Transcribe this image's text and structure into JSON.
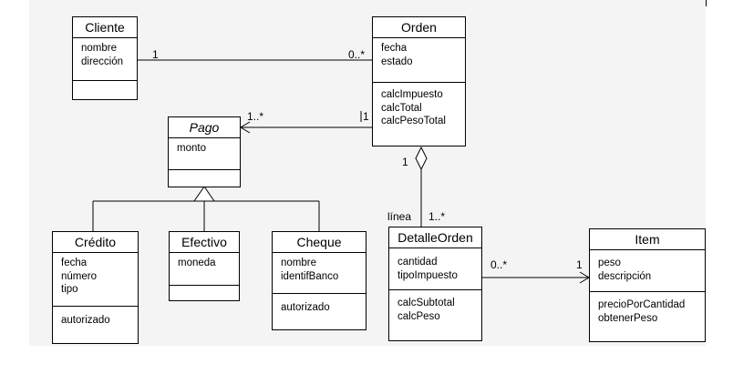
{
  "classes": {
    "cliente": {
      "name": "Cliente",
      "attributes": [
        "nombre",
        "dirección"
      ],
      "operations": []
    },
    "orden": {
      "name": "Orden",
      "attributes": [
        "fecha",
        "estado"
      ],
      "operations": [
        "calcImpuesto",
        "calcTotal",
        "calcPesoTotal"
      ]
    },
    "pago": {
      "name": "Pago",
      "abstract": true,
      "attributes": [
        "monto"
      ],
      "operations": []
    },
    "credito": {
      "name": "Crédito",
      "attributes": [
        "fecha",
        "número",
        "tipo"
      ],
      "operations": [
        "autorizado"
      ]
    },
    "efectivo": {
      "name": "Efectivo",
      "attributes": [
        "moneda"
      ],
      "operations": []
    },
    "cheque": {
      "name": "Cheque",
      "attributes": [
        "nombre",
        "identifBanco"
      ],
      "operations": [
        "autorizado"
      ]
    },
    "detalle": {
      "name": "DetalleOrden",
      "attributes": [
        "cantidad",
        "tipoImpuesto"
      ],
      "operations": [
        "calcSubtotal",
        "calcPeso"
      ]
    },
    "item": {
      "name": "Item",
      "attributes": [
        "peso",
        "descripción"
      ],
      "operations": [
        "precioPorCantidad",
        "obtenerPeso"
      ]
    }
  },
  "relations": {
    "cliente_orden": {
      "source_multiplicity": "1",
      "target_multiplicity": "0..*"
    },
    "orden_pago": {
      "source_multiplicity": "1",
      "target_multiplicity": "1..*"
    },
    "orden_detalle": {
      "source_multiplicity": "1",
      "role": "línea",
      "target_multiplicity": "1..*"
    },
    "detalle_item": {
      "source_multiplicity": "0..*",
      "target_multiplicity": "1"
    }
  },
  "colors": {
    "line": "#000000",
    "box": "#ffffff",
    "background": "#f4f4f4"
  }
}
